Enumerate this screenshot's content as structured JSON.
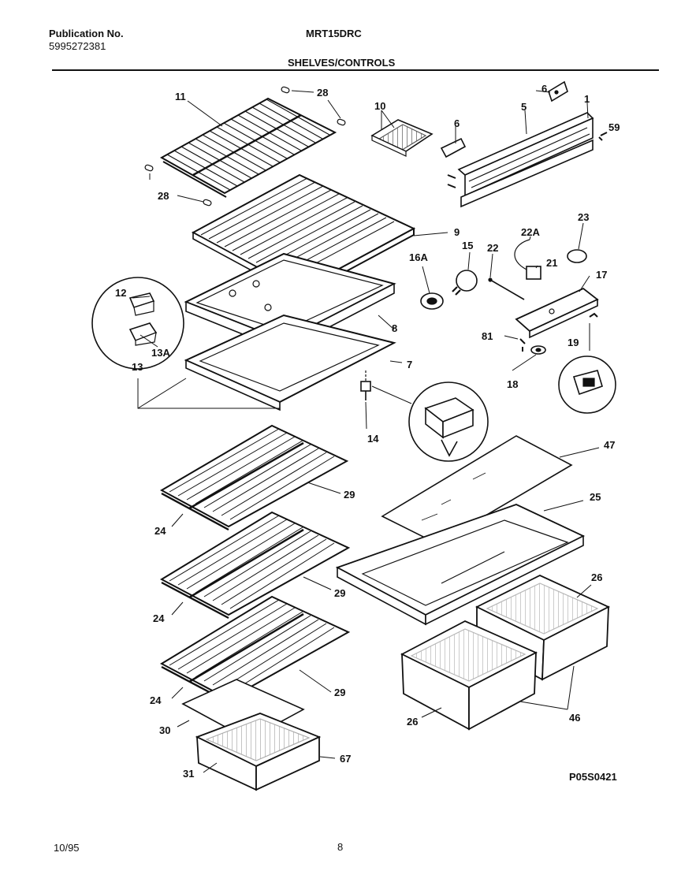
{
  "header": {
    "publication_label": "Publication No.",
    "publication_number": "5995272381",
    "model": "MRT15DRC",
    "section_title": "SHELVES/CONTROLS"
  },
  "footer": {
    "date": "10/95",
    "page": "8",
    "drawing_code": "P05S0421"
  },
  "callouts": [
    "11",
    "28",
    "28",
    "10",
    "6",
    "6",
    "5",
    "1",
    "59",
    "9",
    "15",
    "16A",
    "22",
    "22A",
    "23",
    "21",
    "17",
    "12",
    "13A",
    "13",
    "8",
    "7",
    "81",
    "19",
    "18",
    "14",
    "47",
    "25",
    "29",
    "24",
    "29",
    "24",
    "29",
    "24",
    "30",
    "31",
    "67",
    "26",
    "26",
    "46"
  ],
  "colors": {
    "ink": "#111111",
    "paper": "#ffffff"
  }
}
